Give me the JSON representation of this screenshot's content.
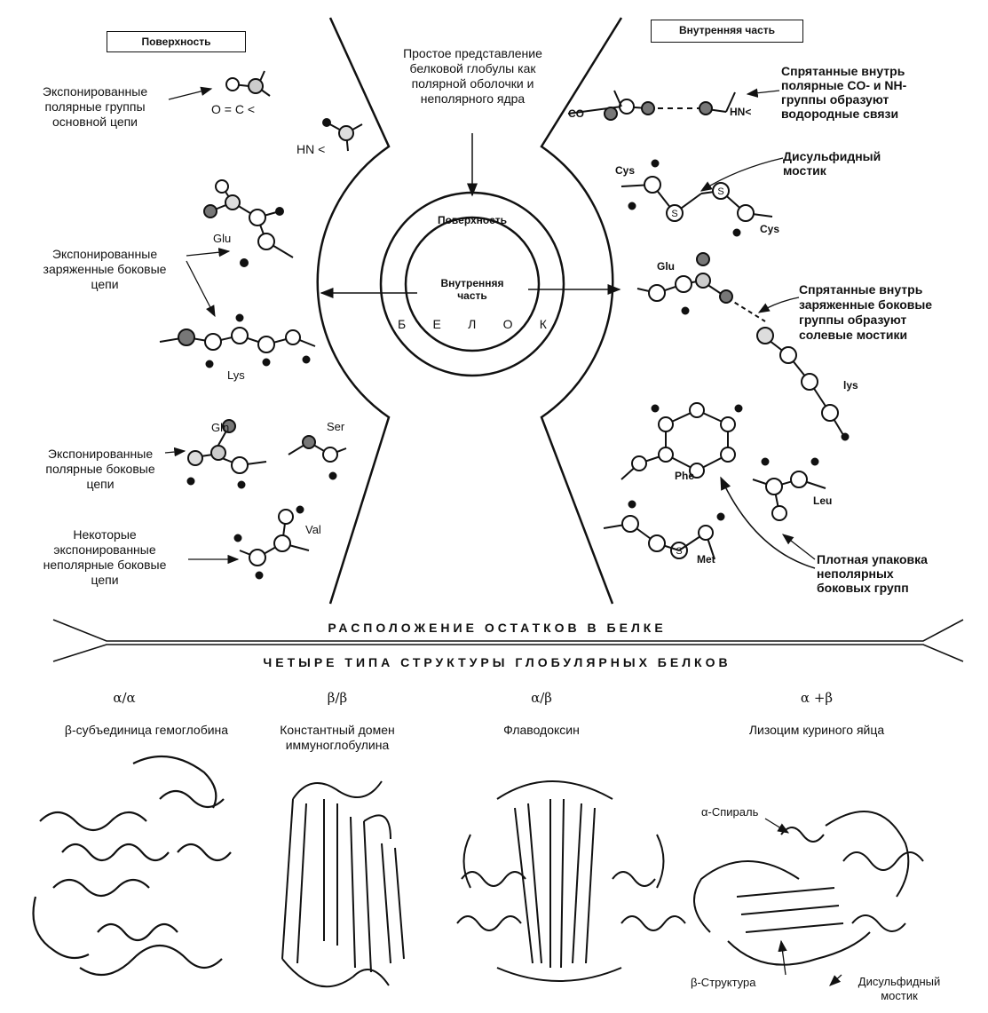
{
  "top": {
    "surface_box": "Поверхность",
    "interior_box": "Внутренняя часть",
    "center_caption": "Простое представление белковой глобулы как полярной оболочки и неполярного ядра",
    "inner_surface": "Поверхность",
    "inner_core": "Внутренняя часть",
    "protein_word": [
      "Б",
      "Е",
      "Л",
      "О",
      "К"
    ]
  },
  "left": {
    "backbone_groups": "Экспонированные полярные группы основной цепи",
    "oc": "O = C <",
    "hn": "HN <",
    "charged_chains": "Экспонированные заряженные боковые цепи",
    "glu": "Glu",
    "lys": "Lys",
    "polar_chains": "Экспонированные полярные боковые цепи",
    "gln": "Gln",
    "ser": "Ser",
    "nonpolar_chains": "Некоторые экспонированные неполярные боковые цепи",
    "val": "Val"
  },
  "right": {
    "hidden_polar": "Спрятанные внутрь полярные CO- и NH-группы образуют водородные связи",
    "co": "CO",
    "hn": "HN<",
    "disulfide": "Дисульфидный мостик",
    "cys1": "Cys",
    "cys2": "Cys",
    "hidden_charged": "Спрятанные внутрь заряженные боковые группы образуют солевые мостики",
    "glu": "Glu",
    "lys": "lys",
    "phe": "Phe",
    "leu": "Leu",
    "met": "Met",
    "packing": "Плотная упаковка неполярных боковых групп"
  },
  "banners": {
    "arrangement": "РАСПОЛОЖЕНИЕ ОСТАТКОВ В БЕЛКЕ",
    "four_types": "ЧЕТЫРЕ ТИПА СТРУКТУРЫ ГЛОБУЛЯРНЫХ БЕЛКОВ"
  },
  "types": [
    {
      "class": "α/α",
      "name": "β-субъединица гемоглобина"
    },
    {
      "class": "β/β",
      "name": "Константный домен иммуноглобулина"
    },
    {
      "class": "α/β",
      "name": "Флаводоксин"
    },
    {
      "class": "α +β",
      "name": "Лизоцим куриного яйца"
    }
  ],
  "lysozyme_labels": {
    "helix": "α-Спираль",
    "strand": "β-Структура",
    "disulfide": "Дисульфидный мостик"
  }
}
